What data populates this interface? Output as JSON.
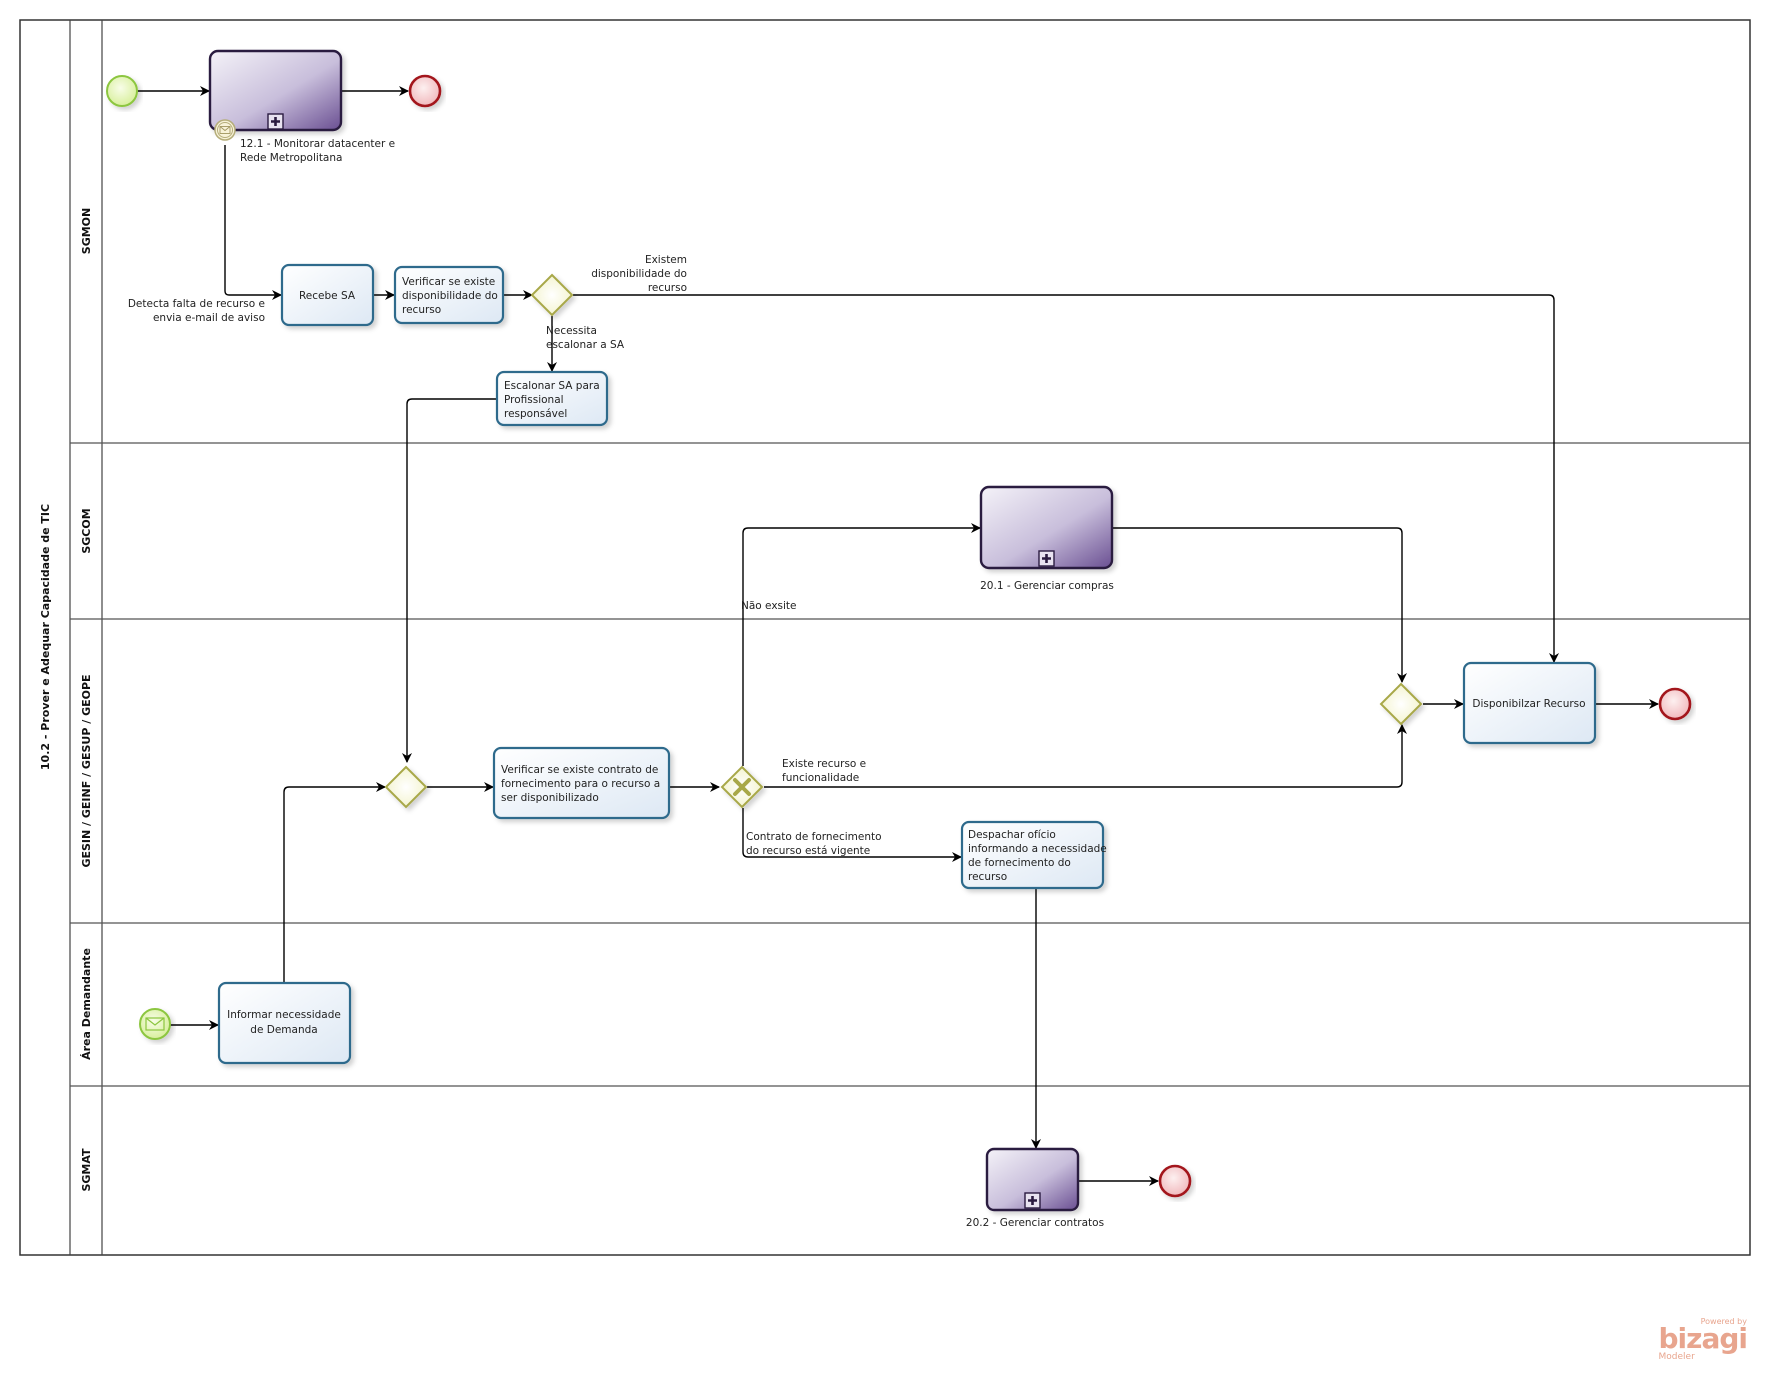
{
  "pool": {
    "title": "10.2 - Prover e Adequar Capacidade de TIC",
    "lanes": [
      "SGMON",
      "SGCOM",
      "GESIN / GEINF / GESUP / GEOPE",
      "Área Demandante",
      "SGMAT"
    ]
  },
  "subprocesses": {
    "monitorar": [
      "12.1 - Monitorar datacenter e",
      "Rede Metropolitana"
    ],
    "compras": "20.1 - Gerenciar compras",
    "contratos": "20.2 - Gerenciar contratos"
  },
  "tasks": {
    "recebe": [
      "Recebe SA"
    ],
    "verificar_disp": [
      "Verificar se existe",
      "disponibilidade do",
      "recurso"
    ],
    "escalonar": [
      "Escalonar SA para",
      "Profissional",
      "responsável"
    ],
    "verificar_contrato": [
      "Verificar se existe contrato de",
      "fornecimento para o recurso a",
      "ser disponibilizado"
    ],
    "despachar": [
      "Despachar ofício",
      "informando a necessidade",
      "de fornecimento do",
      "recurso"
    ],
    "informar": [
      "Informar necessidade",
      "de Demanda"
    ],
    "disponibilizar": [
      "Disponibilzar Recurso"
    ]
  },
  "flow_labels": {
    "detecta": [
      "Detecta falta de recurso e",
      "envia e-mail de aviso"
    ],
    "existem": [
      "Existem",
      "disponibilidade do",
      "recurso"
    ],
    "necessita": [
      "Necessita",
      "escalonar a SA"
    ],
    "nao_existe": "Não exsite",
    "existe_recurso": [
      "Existe recurso e",
      "funcionalidade"
    ],
    "contrato_vigente": [
      "Contrato de fornecimento",
      "do recurso está vigente"
    ]
  },
  "watermark": {
    "powered": "Powered by",
    "brand": "bizagi",
    "product": "Modeler"
  },
  "colors": {
    "task_border": "#2f6b8c",
    "subprocess_border": "#2a1a40",
    "start_event": "#8cc63f",
    "end_event": "#a3141b",
    "gateway": "#a8a848"
  }
}
